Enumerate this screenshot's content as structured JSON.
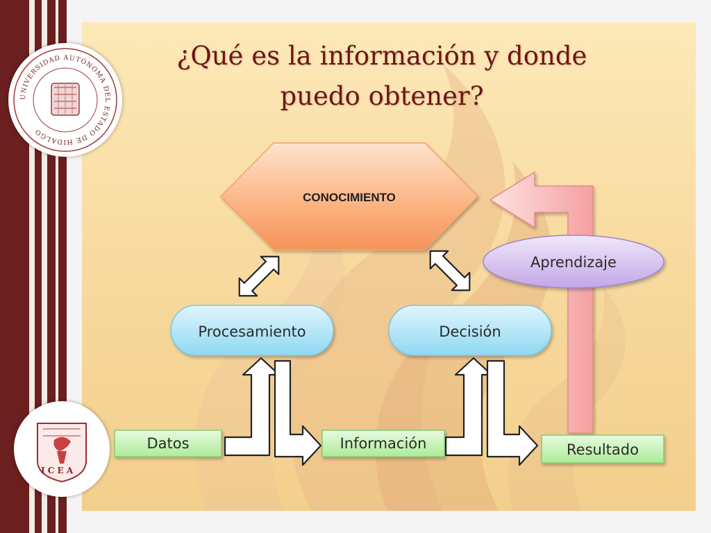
{
  "title": {
    "line1": "¿Qué es la información y donde",
    "line2": "puedo obtener?"
  },
  "nodes": {
    "conocimiento": "CONOCIMIENTO",
    "procesamiento": "Procesamiento",
    "decision": "Decisión",
    "aprendizaje": "Aprendizaje",
    "datos": "Datos",
    "informacion": "Información",
    "resultado": "Resultado"
  },
  "seals": {
    "top_ring_text": "UNIVERSIDAD AUTÓNOMA DEL ESTADO DE HIDALGO",
    "bottom_letters": "ICEA"
  },
  "colors": {
    "frame_dark": "#6b1f1f",
    "title": "#6e1616",
    "hexagon": "#f9a670",
    "blue_node": "#8fd8f2",
    "purple_node": "#cfb8ea",
    "green_box": "#b8f0a6",
    "return_arrow": "#f6a6a6"
  },
  "icons": [
    "seal-uaeh-icon",
    "seal-icea-icon",
    "double-arrow-icon",
    "elbow-arrow-icon",
    "return-arrow-icon"
  ]
}
